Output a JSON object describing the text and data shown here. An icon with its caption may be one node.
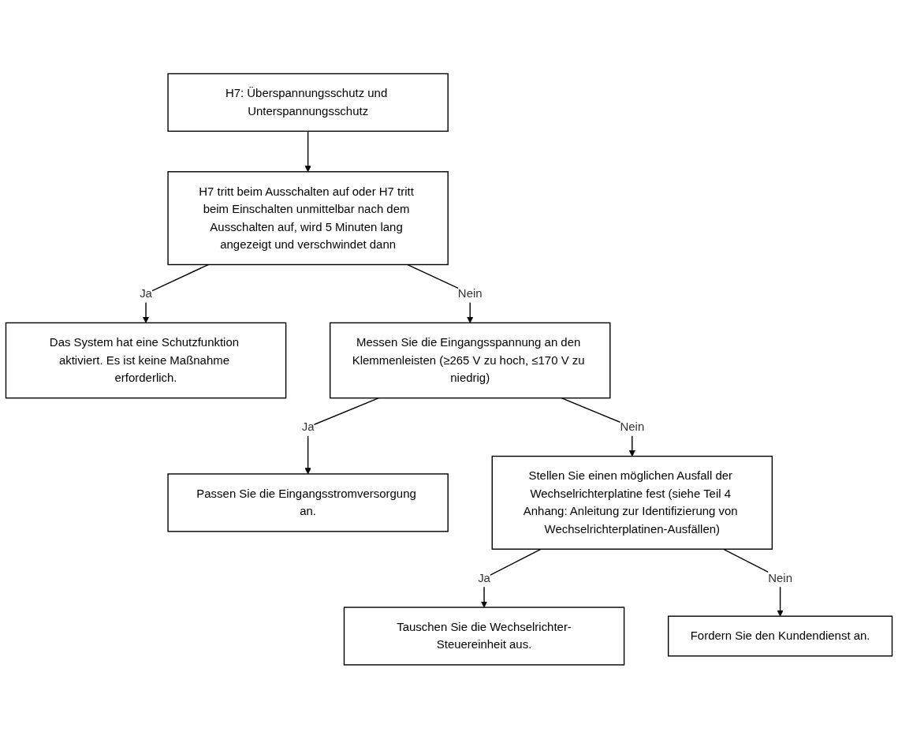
{
  "diagram": {
    "nodes": [
      {
        "text": [
          "H7: Überspannungsschutz und Unterspannungsschutz"
        ]
      },
      {
        "text": [
          "H7 tritt beim Ausschalten auf oder H7 tritt beim Einschalten unmittelbar nach dem Ausschalten auf, wird 5 Minuten lang angezeigt und verschwindet dann"
        ]
      },
      {
        "text": [
          "Das System hat eine Schutzfunktion aktiviert. Es ist keine Maßnahme erforderlich."
        ]
      },
      {
        "text": [
          "Messen Sie die Eingangsspannung an den Klemmenleisten (≥265 V zu hoch, ≤170 V zu niedrig)"
        ]
      },
      {
        "text": [
          "Passen Sie die Eingangsstromversorgung an."
        ]
      },
      {
        "text": [
          "Stellen Sie einen möglichen Ausfall der Wechselrichterplatine fest (siehe Teil 4 Anhang: Anleitung zur Identifizierung von Wechselrichterplatinen-Ausfällen)"
        ]
      },
      {
        "text": [
          "Tauschen Sie die Wechselrichter-Steuereinheit aus."
        ]
      },
      {
        "text": [
          "Fordern Sie den Kundendienst an."
        ]
      }
    ],
    "edges": [
      {
        "from": 0,
        "to": 1,
        "arrow": "to"
      },
      {
        "from": 1,
        "to": 2,
        "arrow": "to",
        "label": "Ja"
      },
      {
        "from": 1,
        "to": 3,
        "arrow": "to",
        "label": "Nein"
      },
      {
        "from": 3,
        "to": 4,
        "arrow": "to",
        "label": "Ja"
      },
      {
        "from": 3,
        "to": 5,
        "arrow": "to",
        "label": "Nein"
      },
      {
        "from": 5,
        "to": 6,
        "arrow": "to",
        "label": "Ja"
      },
      {
        "from": 5,
        "to": 7,
        "arrow": "to",
        "label": "Nein"
      }
    ]
  }
}
